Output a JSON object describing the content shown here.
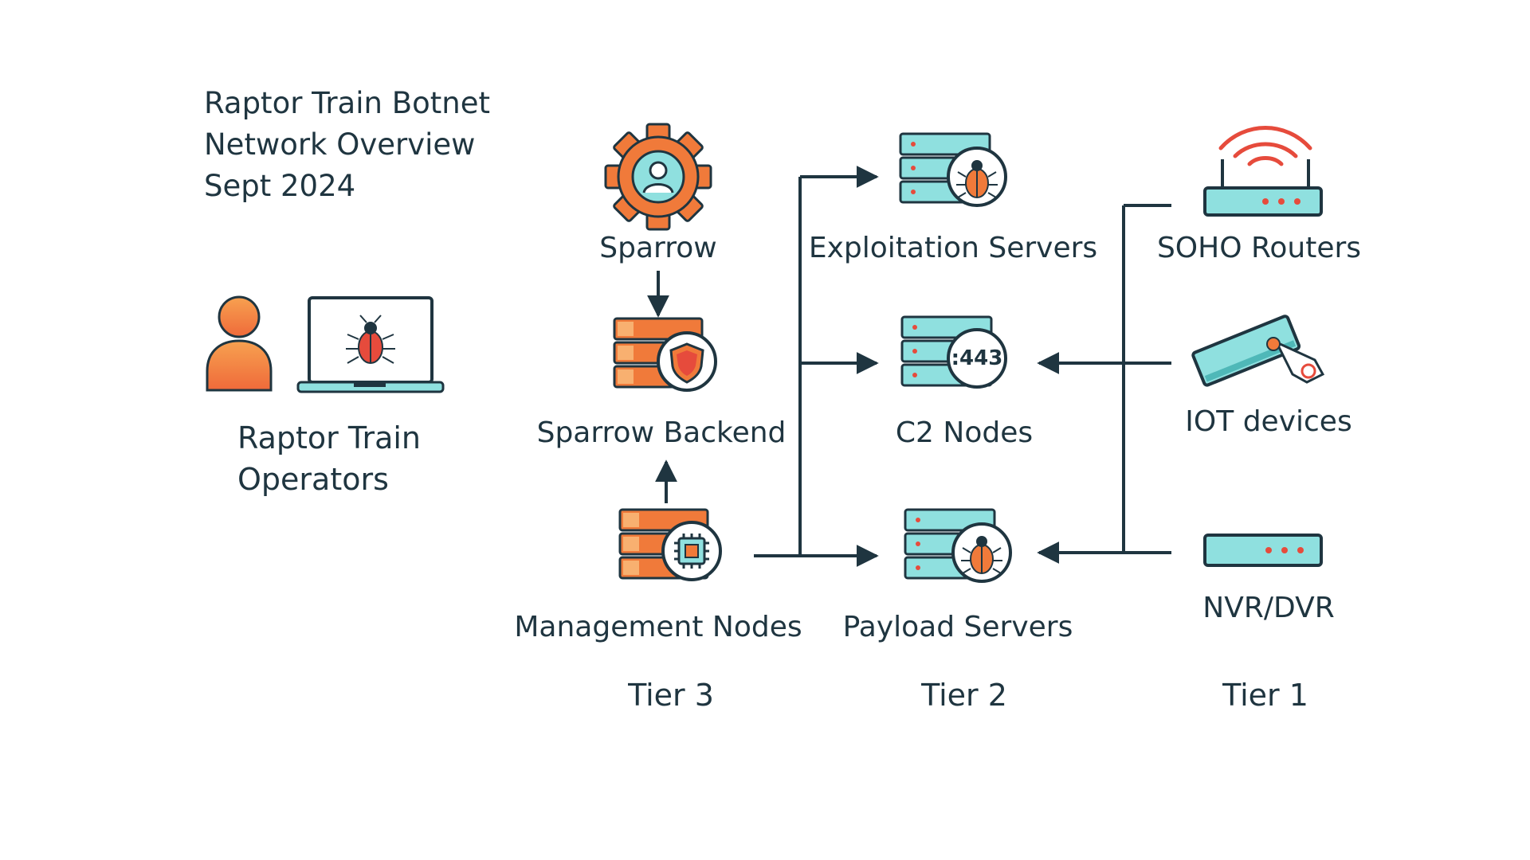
{
  "title": {
    "line1": "Raptor Train Botnet",
    "line2": "Network Overview",
    "line3": "Sept 2024"
  },
  "operators": {
    "line1": "Raptor Train",
    "line2": "Operators",
    "icons": [
      "person-icon",
      "laptop-bug-icon"
    ]
  },
  "nodes": {
    "sparrow": {
      "label": "Sparrow",
      "icon": "gear-user-icon"
    },
    "sparrow_backend": {
      "label": "Sparrow Backend",
      "icon": "server-shield-icon"
    },
    "management_nodes": {
      "label": "Management Nodes",
      "icon": "server-chip-icon"
    },
    "exploitation_servers": {
      "label": "Exploitation Servers",
      "icon": "server-bug-icon"
    },
    "c2_nodes": {
      "label": "C2 Nodes",
      "icon": "server-port-icon",
      "badge": ":443"
    },
    "payload_servers": {
      "label": "Payload Servers",
      "icon": "server-bug-icon"
    },
    "soho_routers": {
      "label": "SOHO Routers",
      "icon": "router-icon"
    },
    "iot_devices": {
      "label": "IOT devices",
      "icon": "iot-device-icon"
    },
    "nvr_dvr": {
      "label": "NVR/DVR",
      "icon": "recorder-icon"
    }
  },
  "tiers": {
    "tier3": "Tier 3",
    "tier2": "Tier 2",
    "tier1": "Tier 1"
  },
  "colors": {
    "orange": "#f07a3a",
    "orange_light": "#f8a25a",
    "teal": "#8fe0df",
    "dark": "#1f3540",
    "red": "#e64b3c"
  }
}
